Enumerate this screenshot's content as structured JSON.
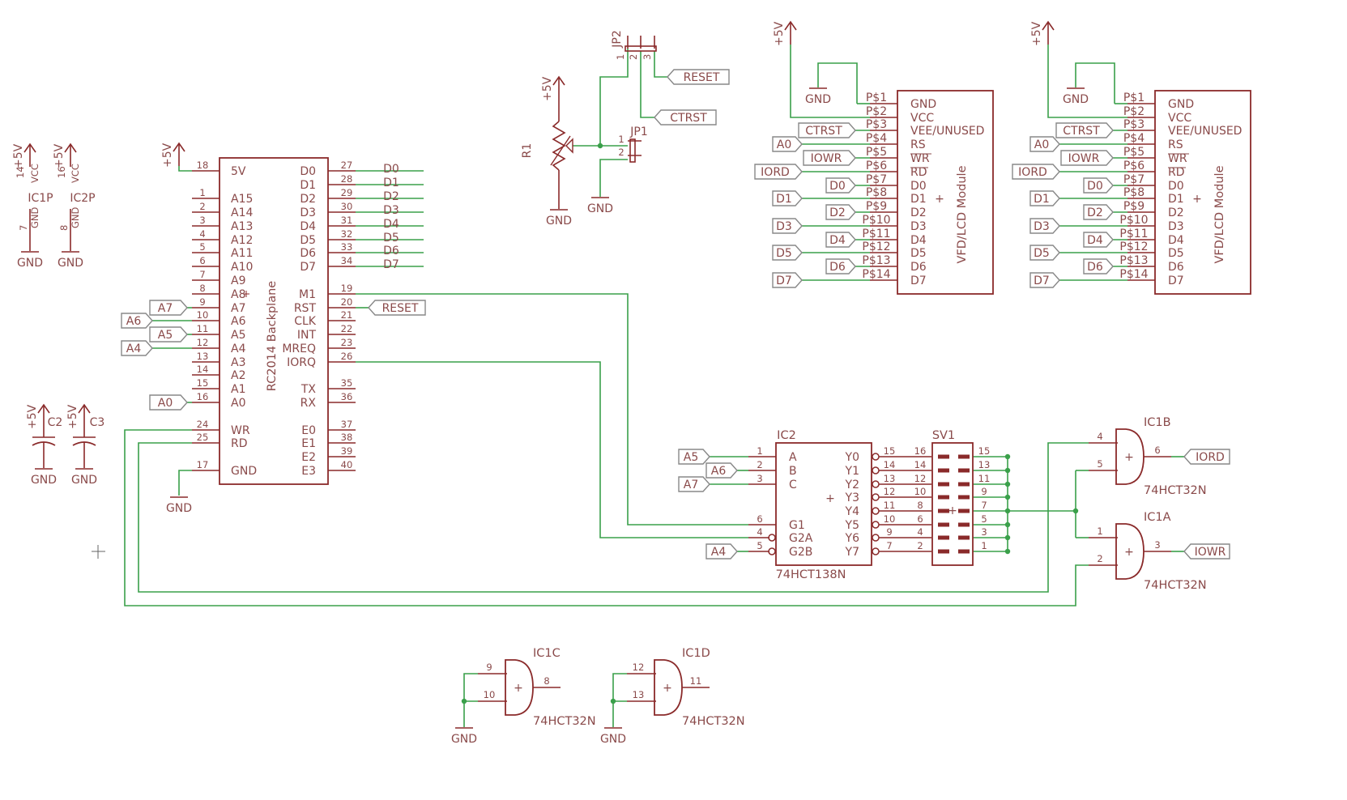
{
  "colors": {
    "wire": "#3aa04a",
    "part": "#8a2a2a",
    "text": "#8a4a4a",
    "flag": "#888888",
    "junction": "#3aa04a"
  },
  "backplane": {
    "title": "RC2014 Backplane",
    "left_pins": [
      {
        "num": "18",
        "name": "5V"
      },
      {
        "num": "1",
        "name": "A15"
      },
      {
        "num": "2",
        "name": "A14"
      },
      {
        "num": "3",
        "name": "A13"
      },
      {
        "num": "4",
        "name": "A12"
      },
      {
        "num": "5",
        "name": "A11"
      },
      {
        "num": "6",
        "name": "A10"
      },
      {
        "num": "7",
        "name": "A9"
      },
      {
        "num": "8",
        "name": "A8"
      },
      {
        "num": "9",
        "name": "A7"
      },
      {
        "num": "10",
        "name": "A6"
      },
      {
        "num": "11",
        "name": "A5"
      },
      {
        "num": "12",
        "name": "A4"
      },
      {
        "num": "13",
        "name": "A3"
      },
      {
        "num": "14",
        "name": "A2"
      },
      {
        "num": "15",
        "name": "A1"
      },
      {
        "num": "16",
        "name": "A0"
      },
      {
        "num": "24",
        "name": "WR"
      },
      {
        "num": "25",
        "name": "RD"
      },
      {
        "num": "17",
        "name": "GND"
      }
    ],
    "right_pins": [
      {
        "num": "27",
        "name": "D0"
      },
      {
        "num": "28",
        "name": "D1"
      },
      {
        "num": "29",
        "name": "D2"
      },
      {
        "num": "30",
        "name": "D3"
      },
      {
        "num": "31",
        "name": "D4"
      },
      {
        "num": "32",
        "name": "D5"
      },
      {
        "num": "33",
        "name": "D6"
      },
      {
        "num": "34",
        "name": "D7"
      },
      {
        "num": "19",
        "name": "M1"
      },
      {
        "num": "20",
        "name": "RST"
      },
      {
        "num": "21",
        "name": "CLK"
      },
      {
        "num": "22",
        "name": "INT"
      },
      {
        "num": "23",
        "name": "MREQ"
      },
      {
        "num": "26",
        "name": "IORQ"
      },
      {
        "num": "35",
        "name": "TX"
      },
      {
        "num": "36",
        "name": "RX"
      },
      {
        "num": "37",
        "name": "E0"
      },
      {
        "num": "38",
        "name": "E1"
      },
      {
        "num": "39",
        "name": "E2"
      },
      {
        "num": "40",
        "name": "E3"
      }
    ],
    "data_bus_labels": [
      "D0",
      "D1",
      "D2",
      "D3",
      "D4",
      "D5",
      "D6",
      "D7"
    ]
  },
  "flags": {
    "a7": "A7",
    "a6": "A6",
    "a5": "A5",
    "a4": "A4",
    "a0": "A0",
    "reset": "RESET",
    "ctrst": "CTRST",
    "iord": "IORD",
    "iowr": "IOWR"
  },
  "power": {
    "vcc": "+5V",
    "gnd": "GND",
    "vcc_pin": "VCC",
    "gnd_pin": "GND"
  },
  "decoupling": {
    "ic1p": "IC1P",
    "ic2p": "IC2P",
    "c2": "C2",
    "c3": "C3",
    "ic1p_vcc": "14",
    "ic1p_gnd": "7",
    "ic2p_vcc": "16",
    "ic2p_gnd": "8"
  },
  "trimmer": {
    "name": "R1",
    "jp1": "JP1",
    "jp2": "JP2",
    "jp1_pins": [
      "1",
      "2"
    ],
    "jp2_pins": [
      "1",
      "2",
      "3"
    ]
  },
  "vfd_module": {
    "title": "VFD/LCD Module",
    "pads": [
      "P$1",
      "P$2",
      "P$3",
      "P$4",
      "P$5",
      "P$6",
      "P$7",
      "P$8",
      "P$9",
      "P$10",
      "P$11",
      "P$12",
      "P$13",
      "P$14"
    ],
    "pins": [
      "GND",
      "VCC",
      "VEE/UNUSED",
      "RS",
      "WR",
      "RD",
      "D0",
      "D1",
      "D2",
      "D3",
      "D4",
      "D5",
      "D6",
      "D7"
    ],
    "flags": [
      "CTRST",
      "A0",
      "IOWR",
      "IORD",
      "D0",
      "D1",
      "D2",
      "D3",
      "D4",
      "D5",
      "D6",
      "D7"
    ]
  },
  "ic2": {
    "name": "IC2",
    "part": "74HCT138N",
    "inputs": [
      {
        "num": "1",
        "name": "A"
      },
      {
        "num": "2",
        "name": "B"
      },
      {
        "num": "3",
        "name": "C"
      },
      {
        "num": "6",
        "name": "G1"
      },
      {
        "num": "4",
        "name": "G2A"
      },
      {
        "num": "5",
        "name": "G2B"
      }
    ],
    "outputs": [
      {
        "num": "15",
        "name": "Y0"
      },
      {
        "num": "14",
        "name": "Y1"
      },
      {
        "num": "13",
        "name": "Y2"
      },
      {
        "num": "12",
        "name": "Y3"
      },
      {
        "num": "11",
        "name": "Y4"
      },
      {
        "num": "10",
        "name": "Y5"
      },
      {
        "num": "9",
        "name": "Y6"
      },
      {
        "num": "7",
        "name": "Y7"
      }
    ]
  },
  "sv1": {
    "name": "SV1",
    "left": [
      "16",
      "14",
      "12",
      "10",
      "8",
      "6",
      "4",
      "2"
    ],
    "right": [
      "15",
      "13",
      "11",
      "9",
      "7",
      "5",
      "3",
      "1"
    ]
  },
  "gates": [
    {
      "name": "IC1B",
      "part": "74HCT32N",
      "in1": "4",
      "in2": "5",
      "out": "6"
    },
    {
      "name": "IC1A",
      "part": "74HCT32N",
      "in1": "1",
      "in2": "2",
      "out": "3"
    },
    {
      "name": "IC1C",
      "part": "74HCT32N",
      "in1": "9",
      "in2": "10",
      "out": "8"
    },
    {
      "name": "IC1D",
      "part": "74HCT32N",
      "in1": "12",
      "in2": "13",
      "out": "11"
    }
  ],
  "plus_mark": "+"
}
